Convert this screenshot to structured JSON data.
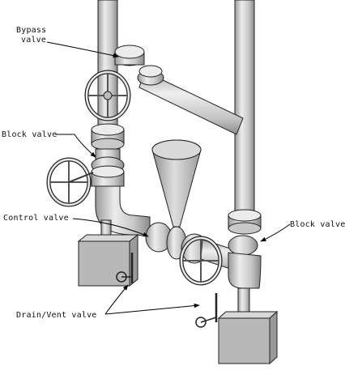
{
  "labels": {
    "bypass_1": "Bypass",
    "bypass_2": "valve",
    "block_left": "Block  valve",
    "control": "Control  valve",
    "block_right": "Block valve",
    "drain_vent": "Drain/Vent valve"
  },
  "colors": {
    "pipe_light": "#e4e4e4",
    "pipe_mid": "#c2c2c2",
    "pipe_dark": "#8d8d8d",
    "box_front": "#b8b8b8",
    "box_side": "#9a9a9a",
    "box_top": "#d8d8d8",
    "outline": "#222222"
  }
}
